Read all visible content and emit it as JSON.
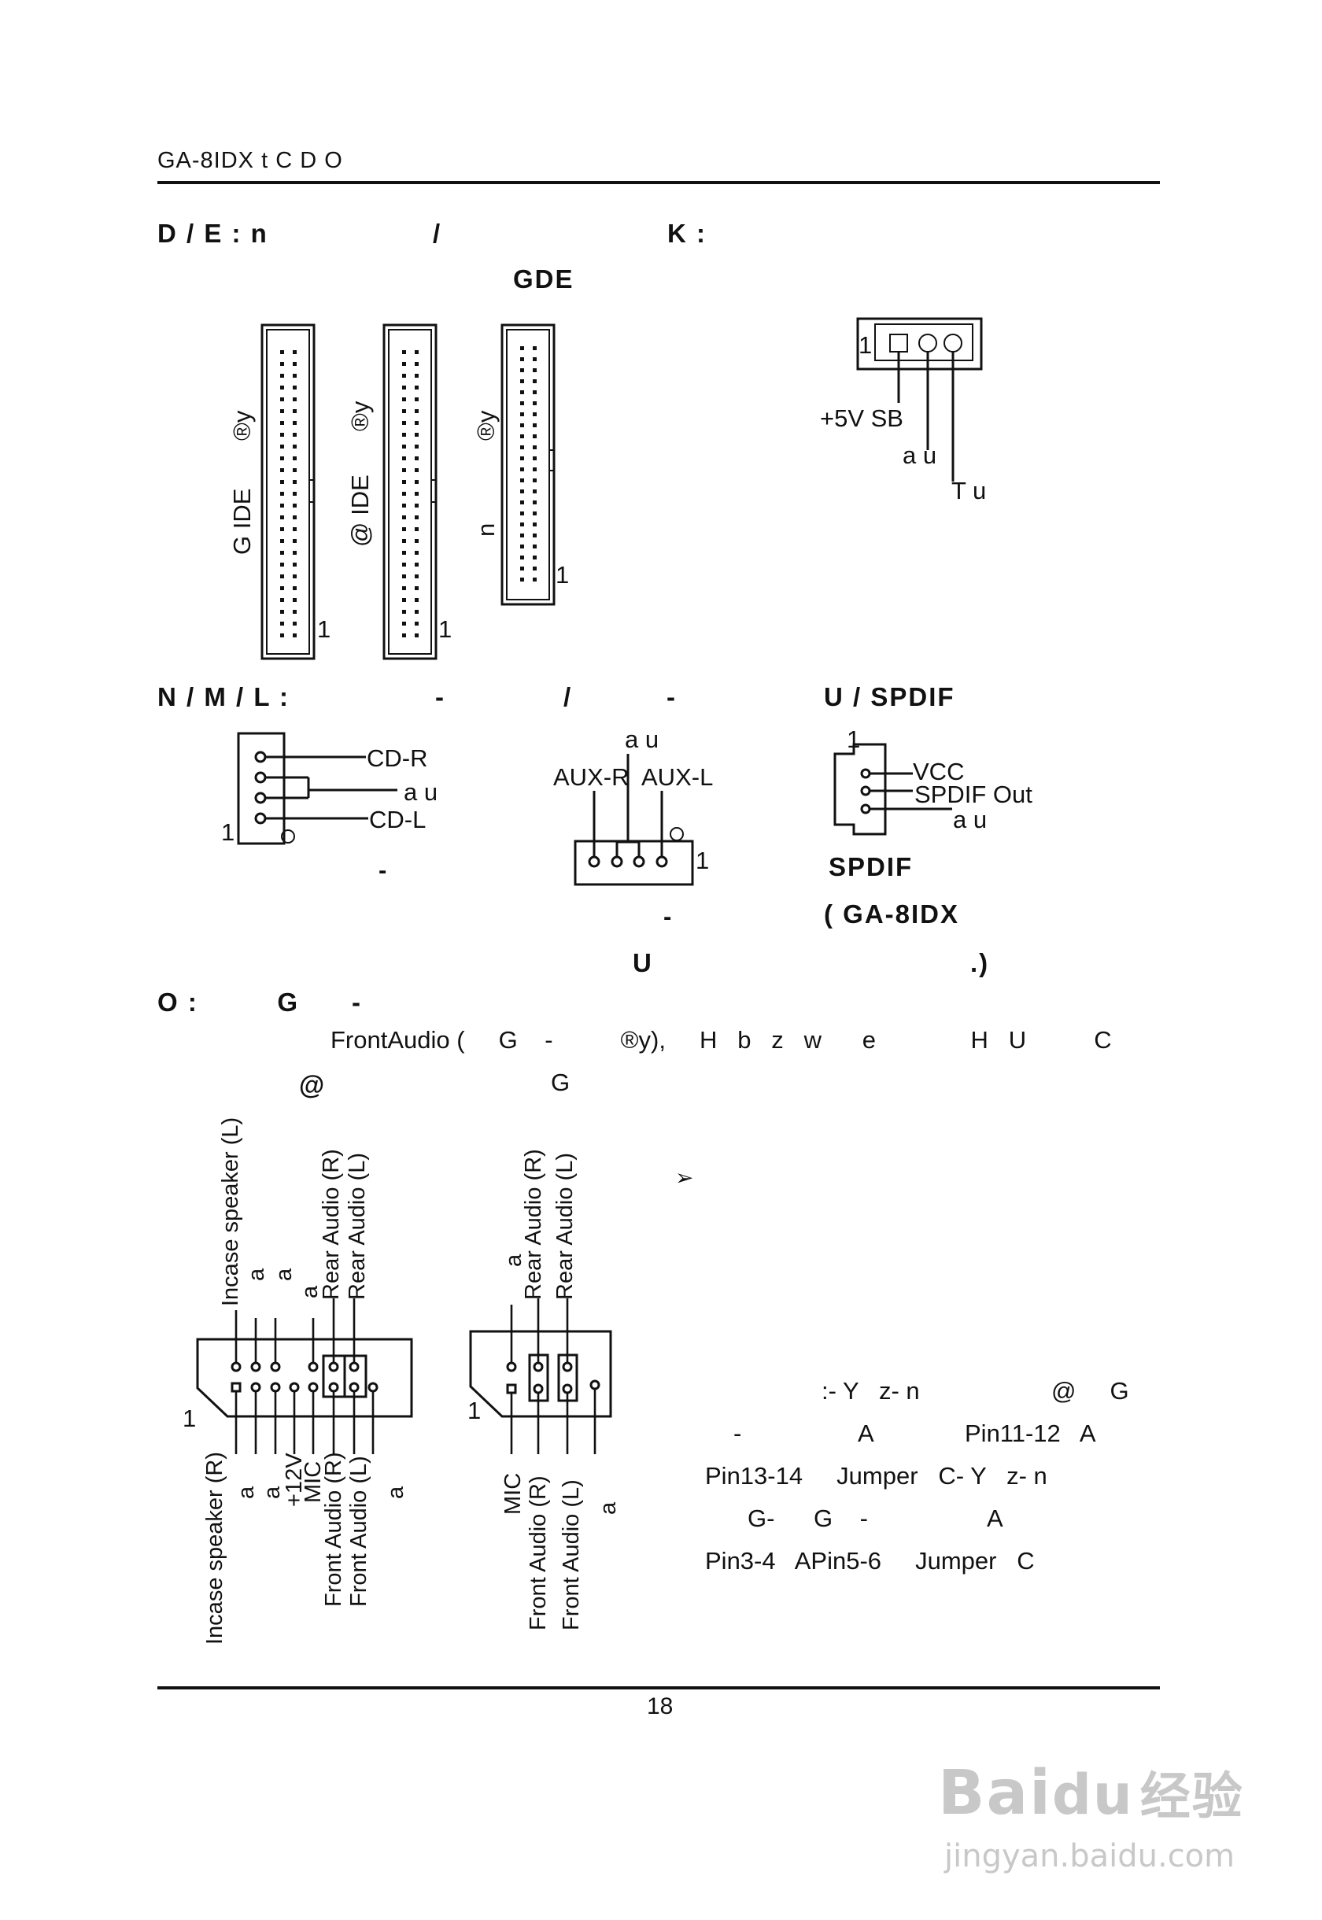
{
  "header": {
    "title": "GA-8IDX  t  C  D      O"
  },
  "sections": {
    "s1_title_left": "D / E :   n",
    "s1_title_mid": "/",
    "s1_title_right": "K :",
    "ide_header": "GDE",
    "ide_labels": {
      "ide1_a": "G  IDE",
      "ide1_reg": "®y",
      "ide2_a": "@  IDE",
      "ide2_reg": "®y",
      "floppy_a": "n",
      "floppy_reg": "®y",
      "pin1_a": "1",
      "pin1_b": "1",
      "pin1_c": "1"
    },
    "wol": {
      "pin1": "1",
      "sb": "+5V SB",
      "au": "a  u",
      "tu": "T    u"
    },
    "s2_title_left": "N / M / L :",
    "s2_dash1": "-",
    "s2_slash": "/",
    "s2_dash2": "-",
    "s2_title_right": "U    / SPDIF",
    "cd": {
      "cdr": "CD-R",
      "au": "a  u",
      "cdl": "CD-L",
      "pin1": "1",
      "dash": "-"
    },
    "aux": {
      "au": "a  u",
      "auxr": "AUX-R",
      "auxl": "AUX-L",
      "pin1": "1",
      "dash": "-"
    },
    "spdif": {
      "pin1": "1",
      "vcc": "VCC",
      "out": "SPDIF Out",
      "au": "a  u",
      "caption": "SPDIF",
      "note1": "(          GA-8IDX",
      "u": "U",
      "note2": ".)"
    },
    "s3_title": "O :         G      -",
    "s3_line1": "FrontAudio (     G    -          ®y),     H   b   z   w      e              H   U          C",
    "s3_line2_a": "@",
    "s3_line2_b": "G",
    "fa_left": {
      "top": [
        "Incase speaker (L)",
        "a",
        "a",
        "a",
        "Rear Audio (R)",
        "Rear Audio (L)"
      ],
      "bottom": [
        "Incase speaker (R)",
        "a",
        "a",
        "+12V",
        "MIC",
        "Front Audio (R)",
        "Front Audio (L)",
        "a"
      ],
      "pin1": "1"
    },
    "fa_right": {
      "top": [
        "a",
        "Rear Audio (R)",
        "Rear Audio (L)"
      ],
      "bottom": [
        "MIC",
        "Front Audio (R)",
        "Front Audio (L)",
        "a"
      ],
      "pin1": "1"
    },
    "notes": {
      "bullet": "➢",
      "l1_a": ":- Y   z- n",
      "l1_b": "@     G",
      "l2_a": "-",
      "l2_b": "A",
      "l2_c": "Pin11-12   A",
      "l3": "Pin13-14     Jumper   C- Y   z- n",
      "l4_a": "G-",
      "l4_b": "G    -",
      "l4_c": "A",
      "l5": "Pin3-4   APin5-6     Jumper   C"
    }
  },
  "footer": {
    "page": "18"
  },
  "watermark": {
    "brand": "Bai",
    "du": "du",
    "cn": "经验",
    "url": "jingyan.baidu.com"
  }
}
